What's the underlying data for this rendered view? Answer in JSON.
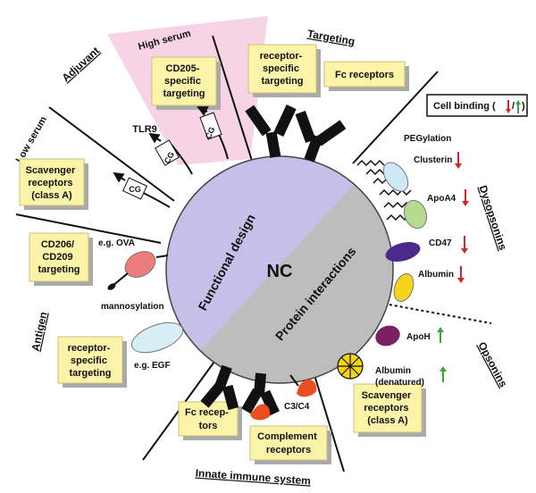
{
  "center": {
    "label": "NC",
    "left_half": "Functional design",
    "right_half": "Protein interactions"
  },
  "sections": {
    "adjuvant": "Adjuvant",
    "targeting": "Targeting",
    "dysopsonins": "Dysopsonins",
    "opsonins": "Opsonins",
    "innate": "Innate immune system",
    "antigen": "Antigen"
  },
  "serum": {
    "high": "High serum",
    "low": "Low serum"
  },
  "boxes": {
    "cd205": [
      "CD205-",
      "specific",
      "targeting"
    ],
    "receptor_top": [
      "receptor-",
      "specific",
      "targeting"
    ],
    "fc_top": [
      "Fc receptors"
    ],
    "scavenger_left": [
      "Scavenger",
      "receptors",
      "(class A)"
    ],
    "cd206": [
      "CD206/",
      "CD209",
      "targeting"
    ],
    "receptor_left": [
      "receptor-",
      "specific",
      "targeting"
    ],
    "fc_bottom": [
      "Fc recep-",
      "tors"
    ],
    "complement": [
      "Complement",
      "receptors"
    ],
    "scavenger_right": [
      "Scavenger",
      "receptors",
      "(class A)"
    ]
  },
  "labels": {
    "tlr9": "TLR9",
    "cg": "CG",
    "ova": "e.g. OVA",
    "mannosylation": "mannosylation",
    "egf": "e.g. EGF",
    "c3c4": "C3/C4",
    "pegylation": "PEGylation",
    "clusterin": "Clusterin",
    "apoa4": "ApoA4",
    "cd47": "CD47",
    "albumin": "Albumin",
    "apoh": "ApoH",
    "albumin_denat_1": "Albumin",
    "albumin_denat_2": "(denatured)"
  },
  "legend": {
    "text": "Cell binding (",
    "close": ")"
  },
  "colors": {
    "left_half": "#c6c0e8",
    "right_half": "#bdbdbd",
    "box_fill": "#fbf3a8",
    "up_arrow": "#3aa53a",
    "down_arrow": "#d42424",
    "high_serum_wedge": "#f6d4e6",
    "clusterin": "#cfe8f5",
    "apoa4": "#b5db8e",
    "cd47": "#4b2a8c",
    "albumin": "#f3d41b",
    "apoh": "#7b2060",
    "ova": "#ec7c7c",
    "egf": "#d7eef6",
    "complement": "#ea4e1e"
  }
}
